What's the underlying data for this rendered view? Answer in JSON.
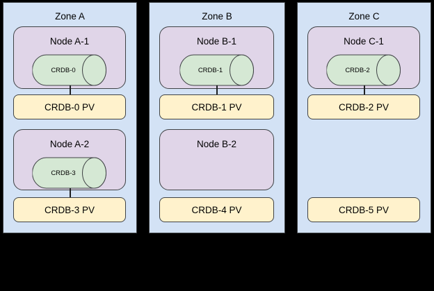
{
  "zones": [
    {
      "title": "Zone A",
      "nodes": [
        {
          "title": "Node A-1",
          "pod": "CRDB-0"
        },
        {
          "title": "Node A-2",
          "pod": "CRDB-3"
        }
      ],
      "pvs": [
        {
          "label": "CRDB-0 PV"
        },
        {
          "label": "CRDB-3 PV"
        }
      ]
    },
    {
      "title": "Zone B",
      "nodes": [
        {
          "title": "Node B-1",
          "pod": "CRDB-1"
        },
        {
          "title": "Node B-2",
          "pod": ""
        }
      ],
      "pvs": [
        {
          "label": "CRDB-1 PV"
        },
        {
          "label": "CRDB-4 PV"
        }
      ]
    },
    {
      "title": "Zone C",
      "nodes": [
        {
          "title": "Node C-1",
          "pod": "CRDB-2"
        }
      ],
      "pvs": [
        {
          "label": "CRDB-2 PV"
        },
        {
          "label": "CRDB-5 PV"
        }
      ]
    }
  ],
  "colors": {
    "background": "#000000",
    "zone_fill": "#d3e2f5",
    "node_fill": "#e0d5e8",
    "pod_fill": "#d5e8d4",
    "pv_fill": "#fff2cc",
    "stroke": "#3f4245",
    "text": "#000000"
  }
}
